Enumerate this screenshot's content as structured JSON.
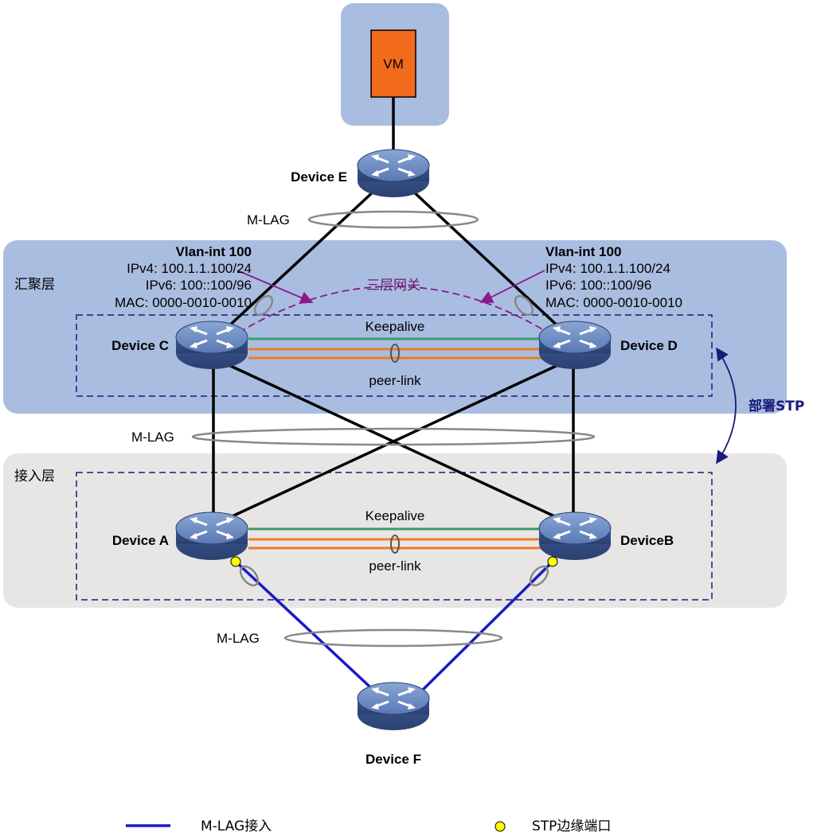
{
  "vm": {
    "label": "VM"
  },
  "devices": {
    "e": "Device E",
    "c": "Device C",
    "d": "Device D",
    "a": "Device A",
    "b": "DeviceB",
    "f": "Device F"
  },
  "layers": {
    "aggregation": "汇聚层",
    "access": "接入层"
  },
  "mlag_labels": {
    "top": "M-LAG",
    "middle": "M-LAG",
    "bottom": "M-LAG"
  },
  "vlan_left": {
    "title": "Vlan-int 100",
    "ipv4": "IPv4: 100.1.1.100/24",
    "ipv6": "IPv6: 100::100/96",
    "mac": "MAC: 0000-0010-0010"
  },
  "vlan_right": {
    "title": "Vlan-int 100",
    "ipv4": "IPv4: 100.1.1.100/24",
    "ipv6": "IPv6: 100::100/96",
    "mac": "MAC: 0000-0010-0010"
  },
  "gateway_label": "三层网关",
  "upper_pair": {
    "keepalive": "Keepalive",
    "peerlink": "peer-link"
  },
  "lower_pair": {
    "keepalive": "Keepalive",
    "peerlink": "peer-link"
  },
  "stp_label": "部署STP",
  "legend": {
    "mlag_access": "M-LAG接入",
    "stp_edge": "STP边缘端口"
  },
  "colors": {
    "aggregation_bg": "#a9bde0",
    "access_bg": "#e8e6e4",
    "vm_box_bg": "#a9bde0",
    "vm_fill": "#f26a1b",
    "keepalive": "#3a9a6a",
    "peerlink": "#f07a28",
    "access_link": "#1a1ac8",
    "stp_edge": "#ffff00"
  }
}
